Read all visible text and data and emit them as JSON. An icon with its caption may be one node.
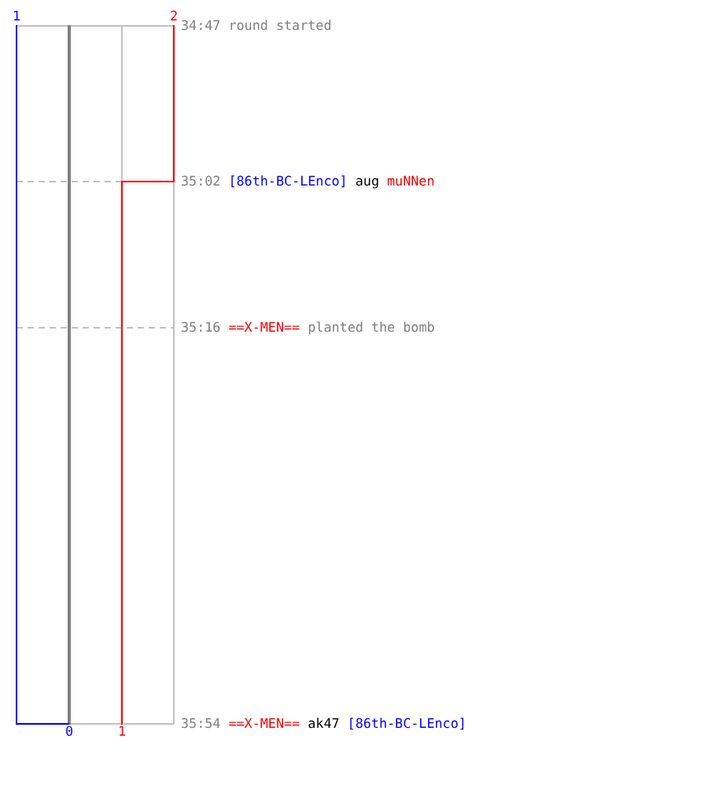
{
  "diagram": {
    "labels": [
      "1",
      "2",
      "34:47",
      "round started",
      "35:02",
      "[86th-BC-LEnco]",
      "aug",
      "muNNen",
      "35:16",
      "==X-MEN==",
      "planted the bomb",
      "35:54",
      "==X-MEN==",
      "ak47",
      "[86th-BC-LEnco]",
      "0",
      "1"
    ]
  }
}
